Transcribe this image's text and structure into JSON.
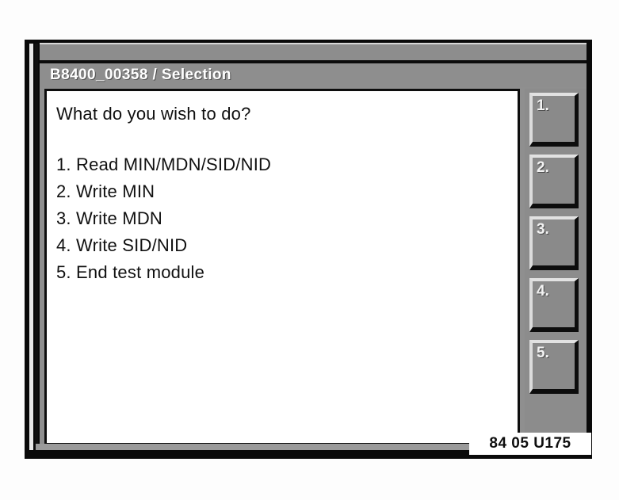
{
  "window": {
    "title": "B8400_00358 / Selection"
  },
  "content": {
    "prompt": "What do you wish to do?",
    "menu_items": [
      "1. Read MIN/MDN/SID/NID",
      "2. Write MIN",
      "3. Write MDN",
      "4. Write SID/NID",
      "5. End test module"
    ]
  },
  "softkeys": [
    {
      "label": "1."
    },
    {
      "label": "2."
    },
    {
      "label": "3."
    },
    {
      "label": "4."
    },
    {
      "label": "5."
    }
  ],
  "status": {
    "code": "84 05 U175"
  },
  "colors": {
    "window_gray": "#8e8e8e",
    "frame_black": "#0a0a0a",
    "panel_white": "#ffffff",
    "title_text": "#ffffff",
    "body_text": "#101010"
  }
}
